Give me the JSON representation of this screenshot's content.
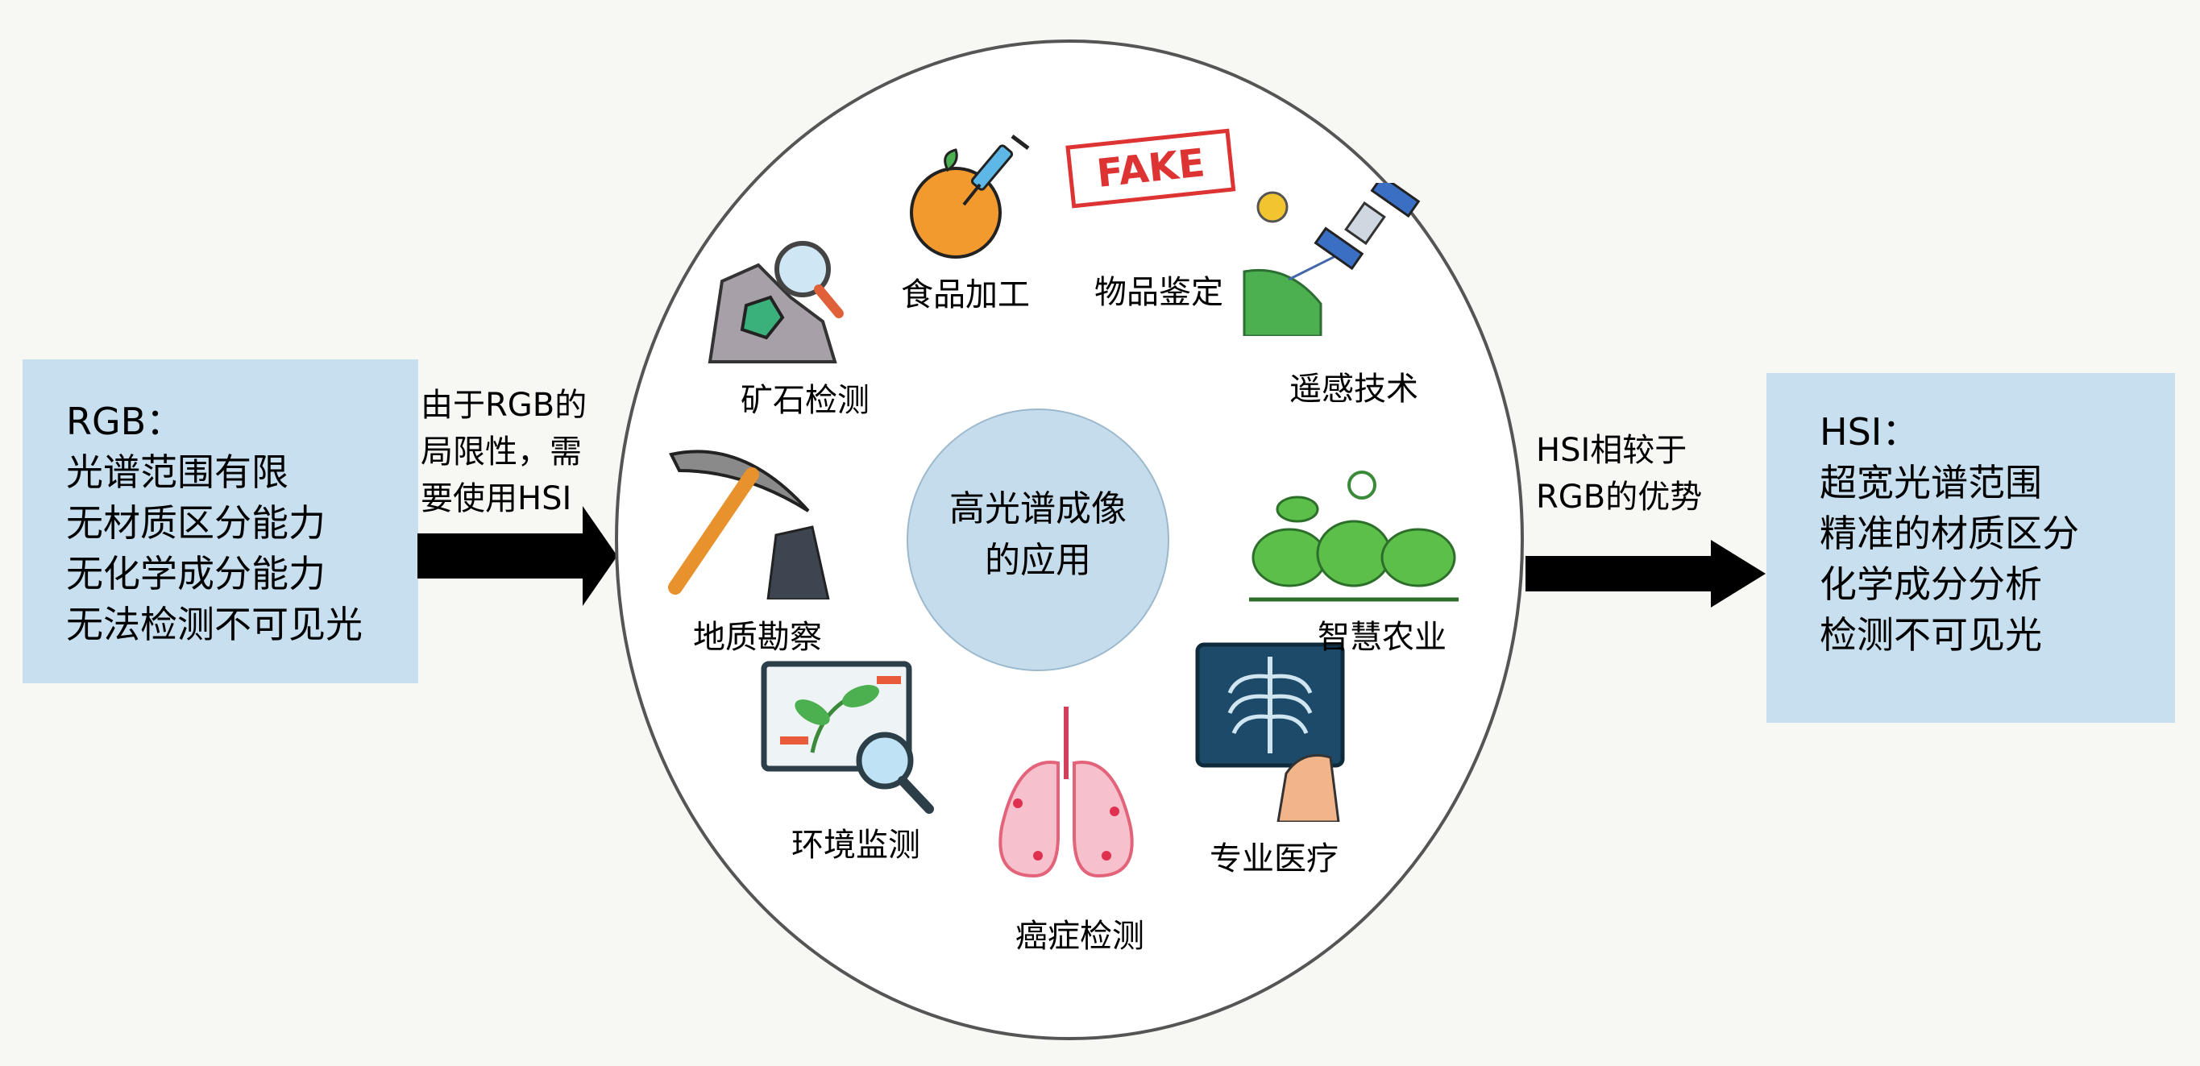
{
  "left_box": {
    "title": "RGB：",
    "lines": [
      "光谱范围有限",
      "无材质区分能力",
      "无化学成分能力",
      "无法检测不可见光"
    ]
  },
  "left_arrow": {
    "lines": [
      "由于RGB的",
      "局限性，需",
      "要使用HSI"
    ]
  },
  "center": {
    "lines": [
      "高光谱成像",
      "的应用"
    ]
  },
  "applications": [
    {
      "label": "食品加工",
      "icon": "orange-syringe-icon"
    },
    {
      "label": "物品鉴定",
      "icon": "fake-stamp-icon",
      "icon_text": "FAKE"
    },
    {
      "label": "矿石检测",
      "icon": "mineral-magnifier-icon"
    },
    {
      "label": "遥感技术",
      "icon": "satellite-icon"
    },
    {
      "label": "地质勘察",
      "icon": "pickaxe-icon"
    },
    {
      "label": "智慧农业",
      "icon": "plants-icon"
    },
    {
      "label": "环境监测",
      "icon": "monitor-leaf-icon"
    },
    {
      "label": "专业医疗",
      "icon": "xray-icon"
    },
    {
      "label": "癌症检测",
      "icon": "lungs-icon"
    }
  ],
  "right_arrow": {
    "lines": [
      "HSI相较于",
      "RGB的优势"
    ]
  },
  "right_box": {
    "title": "HSI：",
    "lines": [
      "超宽光谱范围",
      "精准的材质区分",
      "化学成分分析",
      "检测不可见光"
    ]
  },
  "colors": {
    "box": "#c7dfef",
    "inner_circle": "#c5dcec",
    "arrow": "#000000"
  }
}
